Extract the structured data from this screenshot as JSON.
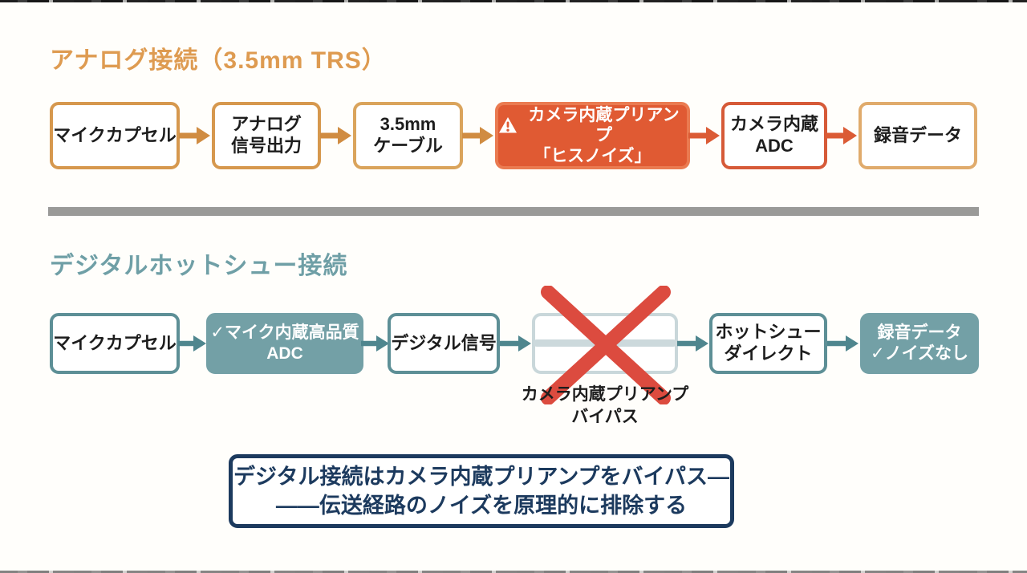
{
  "analog": {
    "title": "アナログ接続（3.5mm TRS）",
    "boxes": {
      "mic_capsule": "マイクカプセル",
      "analog_out": "アナログ\n信号出力",
      "cable": "3.5mm\nケーブル",
      "preamp_line1": "カメラ内蔵プリアンプ",
      "preamp_line2": "「ヒスノイズ」",
      "camera_adc": "カメラ内蔵\nADC",
      "recording": "録音データ"
    }
  },
  "digital": {
    "title": "デジタルホットシュー接続",
    "boxes": {
      "mic_capsule": "マイクカプセル",
      "mic_adc": "✓マイク内蔵高品質\nADC",
      "digital_signal": "デジタル信号",
      "bypass_label": "カメラ内蔵プリアンプ\nバイパス",
      "hotshoe": "ホットシュー\nダイレクト",
      "recording": "録音データ\n✓ノイズなし"
    }
  },
  "callout": {
    "text": "デジタル接続はカメラ内蔵プリアンプをバイパス―\n――伝送経路のノイズを原理的に排除する"
  },
  "icons": {
    "warning_triangle": "warning-triangle-icon",
    "cross": "cross-icon",
    "arrow_right": "arrow-right-icon",
    "checkmark": "✓ (inline text glyph)"
  },
  "colors": {
    "analog_title": "#DE9B51",
    "analog_box_border": "#D6984E",
    "warning_fill": "#E05A33",
    "adc_border": "#D65A38",
    "digital_title": "#6F9FA6",
    "teal_border": "#5D8F96",
    "teal_fill": "#73A0A6",
    "cross_red": "#DC4B3F",
    "callout_navy": "#1C3A5E",
    "divider_gray": "#9A9A98",
    "background": "#FFFEFB"
  }
}
